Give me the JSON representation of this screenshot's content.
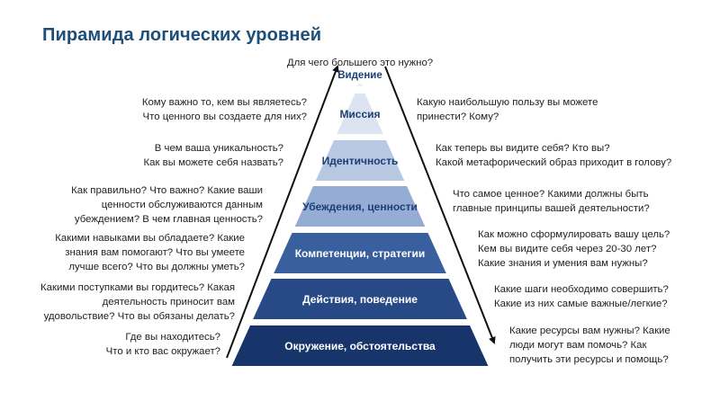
{
  "title": "Пирамида логических уровней",
  "top": {
    "question": "Для чего большего это нужно?",
    "label": "Видение"
  },
  "levels": [
    {
      "label": "Миссия",
      "fill": "#dde4f1",
      "text_color": "#1c3f74",
      "left": "Кому важно то, кем вы являетесь?\nЧто ценного вы создаете для них?",
      "right": "Какую наибольшую пользу вы можете\nпринести? Кому?"
    },
    {
      "label": "Идентичность",
      "fill": "#b9c8e2",
      "text_color": "#1c3f74",
      "left": "В чем ваша уникальность?\nКак вы можете себя назвать?",
      "right": "Как теперь вы видите себя? Кто вы?\nКакой метафорический образ приходит в голову?"
    },
    {
      "label": "Убеждения, ценности",
      "fill": "#95acd4",
      "text_color": "#1c3f74",
      "left": "Как правильно? Что важно? Какие ваши\nценности обслуживаются данным\nубеждением? В чем главная ценность?",
      "right": "Что самое ценное? Какими должны быть\nглавные принципы вашей деятельности?"
    },
    {
      "label": "Компетенции, стратегии",
      "fill": "#3a5f9f",
      "text_color": "#ffffff",
      "left": "Какими навыками вы обладаете? Какие\nзнания вам помогают? Что вы умеете\nлучше всего? Что вы должны уметь?",
      "right": "Как можно сформулировать вашу цель?\nКем вы видите себя через 20-30 лет?\nКакие знания и умения вам нужны?"
    },
    {
      "label": "Действия, поведение",
      "fill": "#274a86",
      "text_color": "#ffffff",
      "left": "Какими поступками вы гордитесь? Какая\nдеятельность приносит вам\nудовольствие? Что вы обязаны делать?",
      "right": "Какие шаги необходимо совершить?\nКакие из них самые важные/легкие?"
    },
    {
      "label": "Окружение, обстоятельства",
      "fill": "#17356b",
      "text_color": "#ffffff",
      "left": "Где вы находитесь?\nЧто и кто вас окружает?",
      "right": "Какие ресурсы вам нужны? Какие\nлюди могут вам помочь? Как\nполучить эти ресурсы и помощь?"
    }
  ]
}
